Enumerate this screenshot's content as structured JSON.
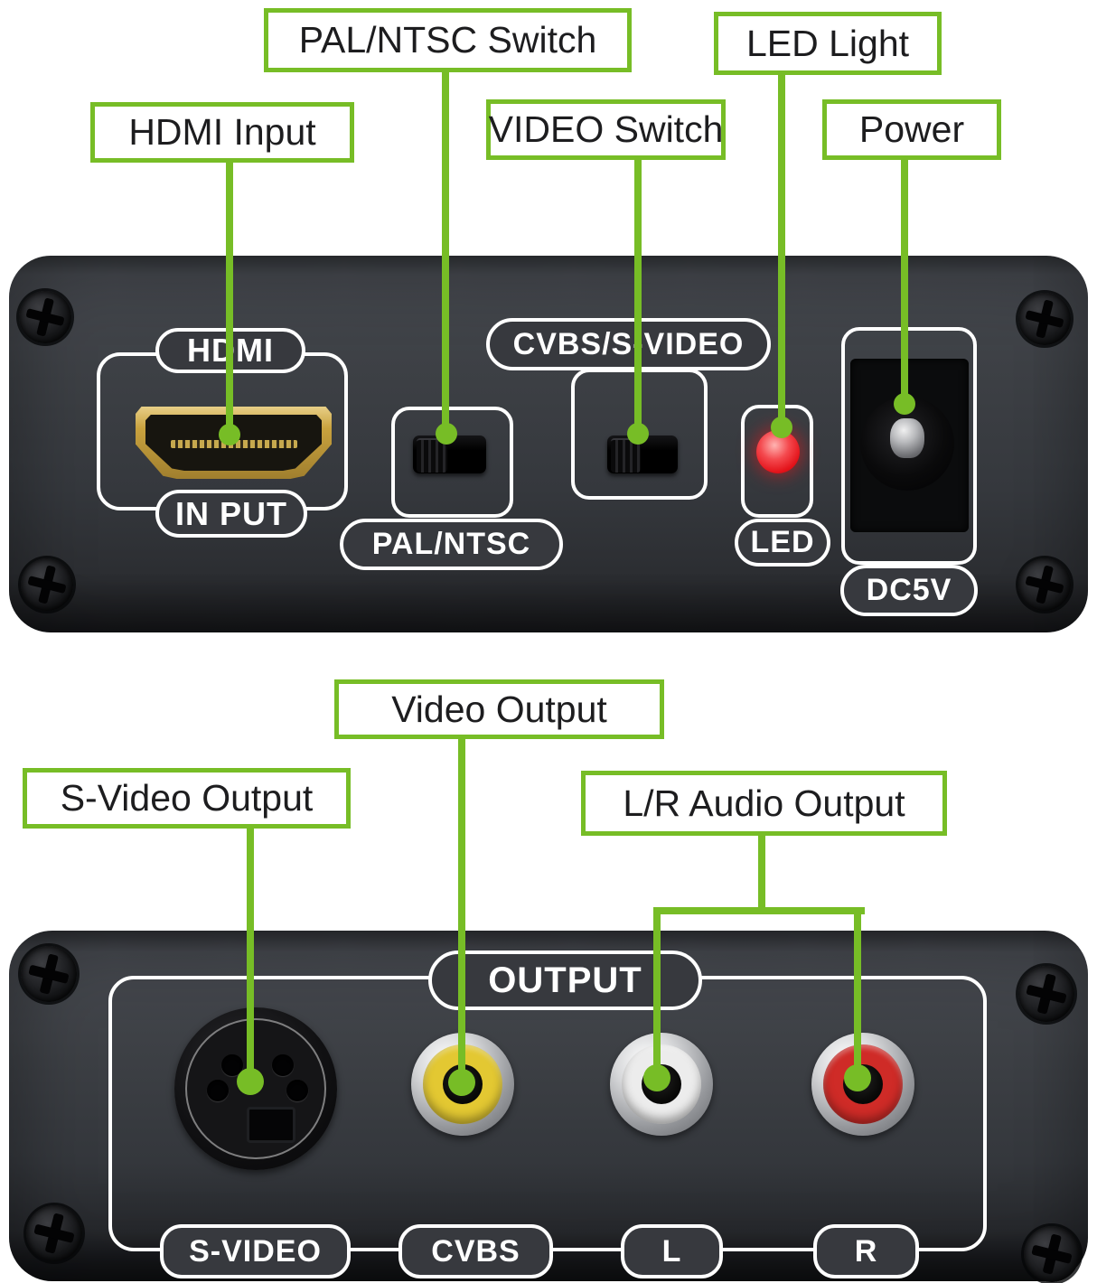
{
  "colors": {
    "accent_green": "#77bd26",
    "panel_dark": "#3a3d42",
    "led_red": "#e31219",
    "rca_yellow": "#e3c832",
    "rca_white": "#ececec",
    "rca_red": "#cf2b27",
    "hdmi_gold": "#c9a23e"
  },
  "callouts": {
    "pal_ntsc_switch": "PAL/NTSC Switch",
    "hdmi_input": "HDMI Input",
    "video_switch": "VIDEO Switch",
    "led_light": "LED Light",
    "power": "Power",
    "video_output": "Video Output",
    "s_video_output": "S-Video Output",
    "lr_audio_output": "L/R Audio Output"
  },
  "front_panel": {
    "hdmi": "HDMI",
    "input": "IN PUT",
    "pal_ntsc": "PAL/NTSC",
    "cvbs_svideo": "CVBS/S-VIDEO",
    "led": "LED",
    "dc5v": "DC5V"
  },
  "rear_panel": {
    "output": "OUTPUT",
    "s_video": "S-VIDEO",
    "cvbs": "CVBS",
    "left": "L",
    "right": "R"
  }
}
